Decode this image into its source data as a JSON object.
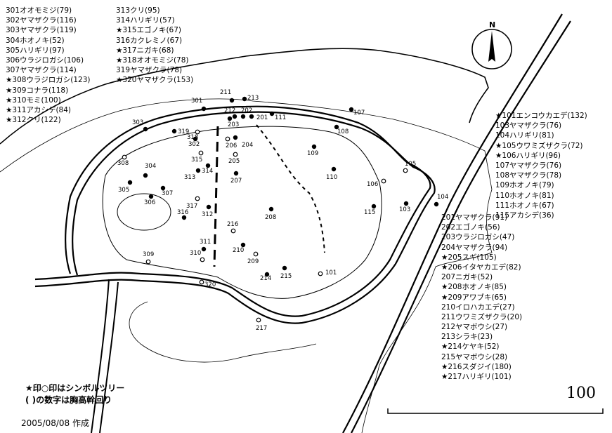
{
  "legend_left": [
    "301オオモミジ(79)",
    "302ヤマザクラ(116)",
    "303ヤマザクラ(119)",
    "304ホオノキ(52)",
    "305ハリギリ(97)",
    "306ウラジロガシ(106)",
    "307ヤマザクラ(114)",
    "★308ウラジロガシ(123)",
    "★309コナラ(118)",
    "★310モミ(100)",
    "★311アカシデ(84)",
    "★312クリ(122)"
  ],
  "legend_middle": [
    "313クリ(95)",
    "314ハリギリ(57)",
    "★315エゴノキ(67)",
    "316カクレミノ(67)",
    "★317ニガキ(68)",
    "★318オオモミジ(78)",
    "319ヤマザクラ(78)",
    "★320ヤマザクラ(153)"
  ],
  "legend_right_top": [
    "★101エンコウカエデ(132)",
    "103ヤマザクラ(76)",
    "104ハリギリ(81)",
    "★105ウワミズザクラ(72)",
    "★106ハリギリ(96)",
    "107ヤマザクラ(76)",
    "108ヤマザクラ(78)",
    "109ホオノキ(79)",
    "110ホオノキ(81)",
    "111ホオノキ(67)",
    "115アカシデ(36)"
  ],
  "legend_right_bottom": [
    "201ヤマザクラ(91)",
    "202エゴノキ(56)",
    "203ウラジロガシ(47)",
    "204ヤマザクラ(94)",
    "★205スギ(105)",
    "★206イタヤカエデ(82)",
    "207ニガキ(52)",
    "★208ホオノキ(85)",
    "★209アワブキ(65)",
    "210イロハカエデ(27)",
    "211ウワミズザクラ(20)",
    "212ヤマボウシ(27)",
    "213シラキ(23)",
    "★214ケヤキ(52)",
    "215ヤマボウシ(28)",
    "★216スダジイ(180)",
    "★217ハリギリ(101)"
  ],
  "map_labels": [
    "301",
    "302",
    "303",
    "304",
    "305",
    "306",
    "307",
    "308",
    "309",
    "310",
    "311",
    "312",
    "313",
    "314",
    "315",
    "316",
    "317",
    "318",
    "319",
    "320",
    "101",
    "103",
    "104",
    "105",
    "106",
    "107",
    "108",
    "109",
    "110",
    "111",
    "115",
    "201",
    "202",
    "203",
    "204",
    "205",
    "206",
    "207",
    "208",
    "209",
    "210",
    "211",
    "212",
    "213",
    "214",
    "215",
    "216",
    "217"
  ],
  "north_label": "N",
  "note_line1": "★印○印はシンボルツリー",
  "note_line2": "( )の数字は胸高幹回り",
  "created_date": "2005/08/08 作成",
  "scale_value": "100"
}
